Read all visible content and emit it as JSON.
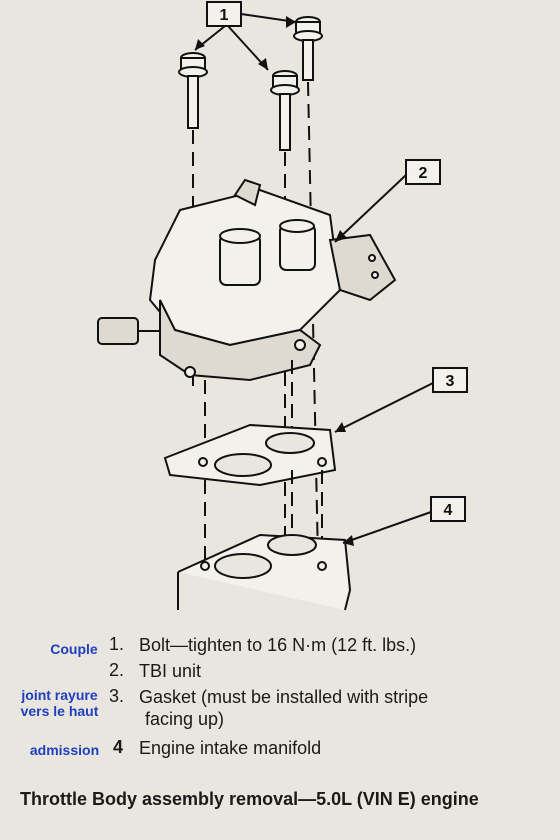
{
  "callouts": [
    "1",
    "2",
    "3",
    "4"
  ],
  "legend": [
    {
      "num": "1.",
      "text": "Bolt—tighten to 16 N·m (12 ft. lbs.)",
      "note": "Couple"
    },
    {
      "num": "2.",
      "text": "TBI unit",
      "note": ""
    },
    {
      "num": "3.",
      "text": "Gasket (must be installed with stripe",
      "text2": "facing up)",
      "note": "joint rayure vers le haut"
    },
    {
      "num": "4",
      "text": "Engine intake manifold",
      "note": "admission"
    }
  ],
  "caption": "Throttle Body assembly removal—5.0L (VIN E) engine",
  "colors": {
    "note": "#1f3fbf",
    "paper": "#e9e6df",
    "ink": "#1a1a1a"
  }
}
